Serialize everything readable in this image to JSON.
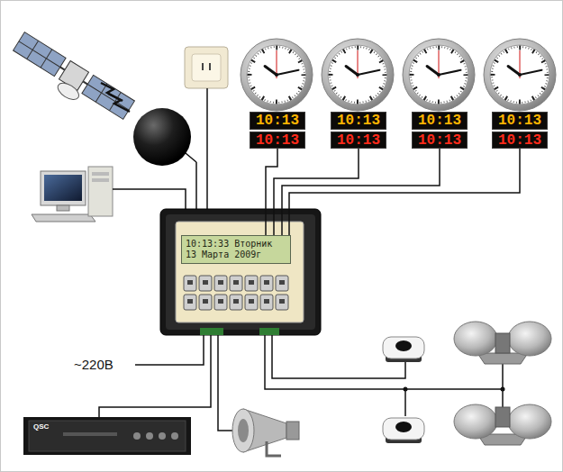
{
  "diagram": {
    "nodes": [
      {
        "text": [
          "10:13"
        ]
      },
      {
        "text": [
          "10:13"
        ]
      },
      {
        "text": [
          "10:13"
        ]
      },
      {
        "text": [
          "10:13"
        ]
      },
      {
        "text": [
          "10:13"
        ]
      },
      {
        "text": [
          "10:13"
        ]
      },
      {
        "text": [
          "10:13"
        ]
      },
      {
        "text": [
          "10:13"
        ]
      },
      {
        "text": [
          "10:13:33 Вторник",
          "13 Марта 2009г"
        ]
      }
    ],
    "edges": [
      {
        "from": 8,
        "to": 4,
        "arrow": "none"
      },
      {
        "from": 8,
        "to": 5,
        "arrow": "none"
      },
      {
        "from": 8,
        "to": 6,
        "arrow": "none"
      },
      {
        "from": 8,
        "to": 7,
        "arrow": "none"
      }
    ],
    "labels": [
      "~220В",
      "QSC"
    ]
  }
}
